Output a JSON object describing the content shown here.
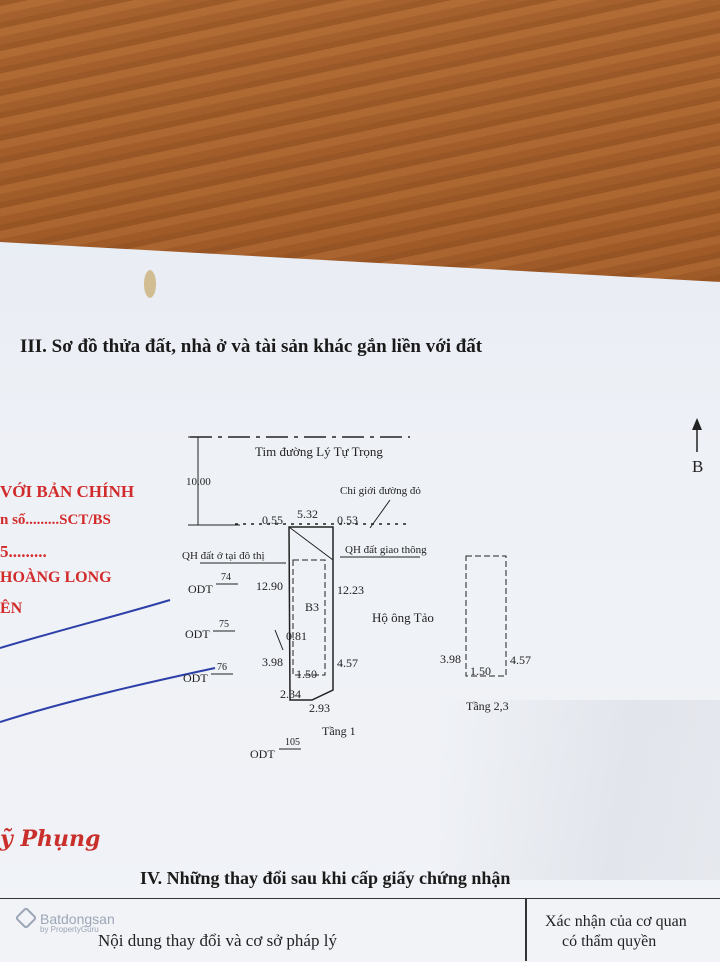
{
  "section_title": "III. Sơ đồ thửa đất, nhà ở và tài sản khác gắn liền với đất",
  "stamp": {
    "line1": "VỚI BẢN CHÍNH",
    "line2": "n số.........SCT/BS",
    "line3": "5.........",
    "line4": "HOÀNG LONG",
    "line5": "ÊN"
  },
  "signature_text": "ỹ Phụng",
  "plan": {
    "road_label": "Tim đường Lý Tự Trọng",
    "boundary_label": "Chỉ giới đường đỏ",
    "qh_urban": "QH đất ở tại đô thị",
    "qh_traffic": "QH đất giao thông",
    "neighbor": "Hộ ông Tảo",
    "parcel_code": "B3",
    "north_mark": "B",
    "floor1": "Tầng 1",
    "floor23": "Tầng 2,3",
    "dims": {
      "d10": "10.00",
      "d055": "0.55",
      "d532": "5.32",
      "d053": "0.53",
      "d1290": "12.90",
      "d1223": "12.23",
      "d081": "0.81",
      "d398": "3.98",
      "d150": "1.50",
      "d457": "4.57",
      "d234": "2.34",
      "d293": "2.93",
      "d398b": "3.98",
      "d150b": "1.50",
      "d457b": "4.57"
    },
    "odt": [
      {
        "label": "ODT",
        "num": "74"
      },
      {
        "label": "ODT",
        "num": "75"
      },
      {
        "label": "ODT",
        "num": "76"
      },
      {
        "label": "ODT",
        "num": "105"
      }
    ]
  },
  "table": {
    "title": "IV. Những thay đổi sau khi cấp giấy chứng nhận",
    "col1": "Nội dung thay đổi và cơ sở pháp lý",
    "col2_line1": "Xác nhận của cơ quan",
    "col2_line2": "có thẩm quyền"
  },
  "watermark": {
    "brand": "Batdongsan",
    "sub": "by PropertyGuru"
  }
}
